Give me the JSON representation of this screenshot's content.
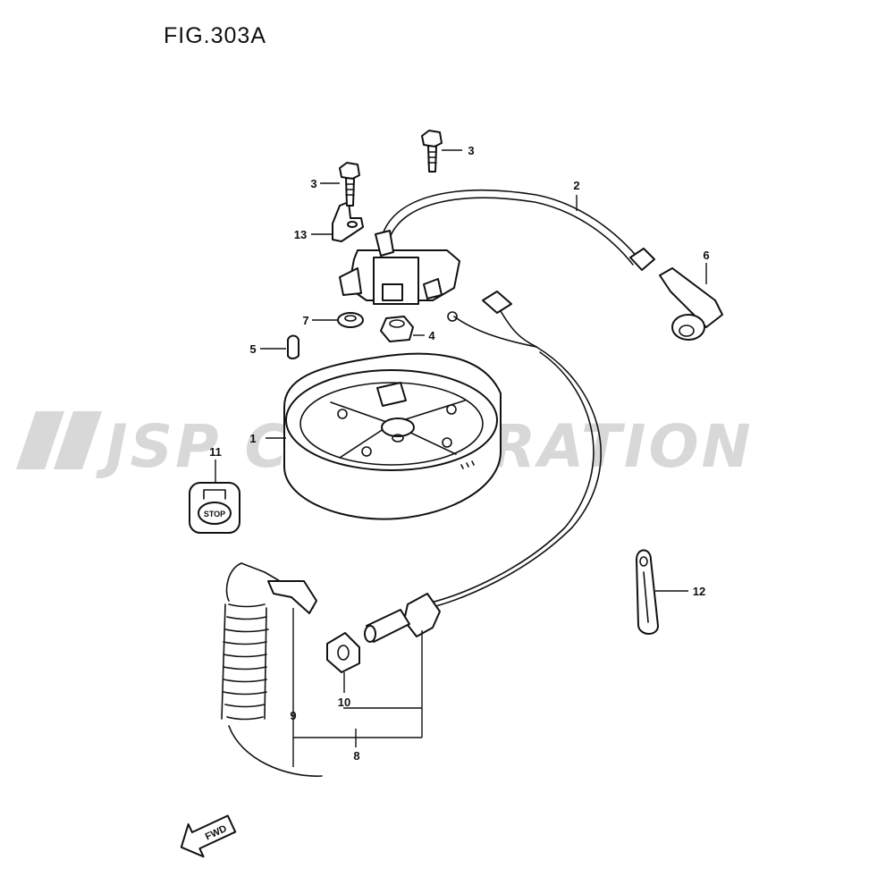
{
  "figure": {
    "title": "FIG.303A"
  },
  "watermark": {
    "text": "JSP CORPORATION"
  },
  "stop_plate_text": "STOP",
  "fwd_arrow_text": "FWD",
  "callouts": [
    {
      "id": "c1",
      "label": "1"
    },
    {
      "id": "c2",
      "label": "2"
    },
    {
      "id": "c3a",
      "label": "3"
    },
    {
      "id": "c3b",
      "label": "3"
    },
    {
      "id": "c4",
      "label": "4"
    },
    {
      "id": "c5",
      "label": "5"
    },
    {
      "id": "c6",
      "label": "6"
    },
    {
      "id": "c7",
      "label": "7"
    },
    {
      "id": "c8",
      "label": "8"
    },
    {
      "id": "c9",
      "label": "9"
    },
    {
      "id": "c10",
      "label": "10"
    },
    {
      "id": "c11",
      "label": "11"
    },
    {
      "id": "c12",
      "label": "12"
    },
    {
      "id": "c13",
      "label": "13"
    }
  ]
}
